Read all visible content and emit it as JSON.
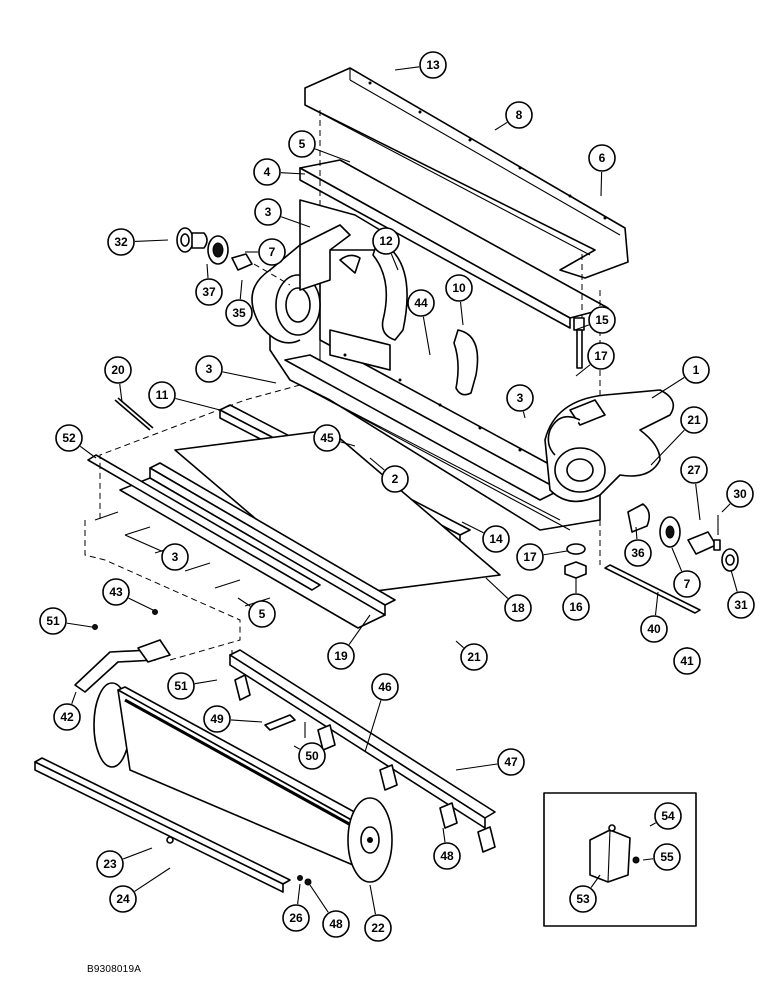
{
  "figure": {
    "reference_code": "B9308019A"
  },
  "callouts": [
    {
      "id": "c13",
      "label": "13"
    },
    {
      "id": "c8",
      "label": "8"
    },
    {
      "id": "c5a",
      "label": "5"
    },
    {
      "id": "c6",
      "label": "6"
    },
    {
      "id": "c4",
      "label": "4"
    },
    {
      "id": "c3a",
      "label": "3"
    },
    {
      "id": "c32",
      "label": "32"
    },
    {
      "id": "c7a",
      "label": "7"
    },
    {
      "id": "c37",
      "label": "37"
    },
    {
      "id": "c35",
      "label": "35"
    },
    {
      "id": "c12",
      "label": "12"
    },
    {
      "id": "c10",
      "label": "10"
    },
    {
      "id": "c44",
      "label": "44"
    },
    {
      "id": "c15",
      "label": "15"
    },
    {
      "id": "c17a",
      "label": "17"
    },
    {
      "id": "c1",
      "label": "1"
    },
    {
      "id": "c3b",
      "label": "3"
    },
    {
      "id": "c3c",
      "label": "3"
    },
    {
      "id": "c20",
      "label": "20"
    },
    {
      "id": "c11",
      "label": "11"
    },
    {
      "id": "c45",
      "label": "45"
    },
    {
      "id": "c2",
      "label": "2"
    },
    {
      "id": "c21a",
      "label": "21"
    },
    {
      "id": "c27",
      "label": "27"
    },
    {
      "id": "c52",
      "label": "52"
    },
    {
      "id": "c30",
      "label": "30"
    },
    {
      "id": "c14",
      "label": "14"
    },
    {
      "id": "c3d",
      "label": "3"
    },
    {
      "id": "c36",
      "label": "36"
    },
    {
      "id": "c17b",
      "label": "17"
    },
    {
      "id": "c7b",
      "label": "7"
    },
    {
      "id": "c31",
      "label": "31"
    },
    {
      "id": "c43",
      "label": "43"
    },
    {
      "id": "c16",
      "label": "16"
    },
    {
      "id": "c51a",
      "label": "51"
    },
    {
      "id": "c5b",
      "label": "5"
    },
    {
      "id": "c18",
      "label": "18"
    },
    {
      "id": "c40",
      "label": "40"
    },
    {
      "id": "c19",
      "label": "19"
    },
    {
      "id": "c21b",
      "label": "21"
    },
    {
      "id": "c41",
      "label": "41"
    },
    {
      "id": "c46",
      "label": "46"
    },
    {
      "id": "c51b",
      "label": "51"
    },
    {
      "id": "c42",
      "label": "42"
    },
    {
      "id": "c49",
      "label": "49"
    },
    {
      "id": "c50",
      "label": "50"
    },
    {
      "id": "c47",
      "label": "47"
    },
    {
      "id": "c54",
      "label": "54"
    },
    {
      "id": "c55",
      "label": "55"
    },
    {
      "id": "c48a",
      "label": "48"
    },
    {
      "id": "c53",
      "label": "53"
    },
    {
      "id": "c23",
      "label": "23"
    },
    {
      "id": "c24",
      "label": "24"
    },
    {
      "id": "c26",
      "label": "26"
    },
    {
      "id": "c48b",
      "label": "48"
    },
    {
      "id": "c22",
      "label": "22"
    }
  ]
}
